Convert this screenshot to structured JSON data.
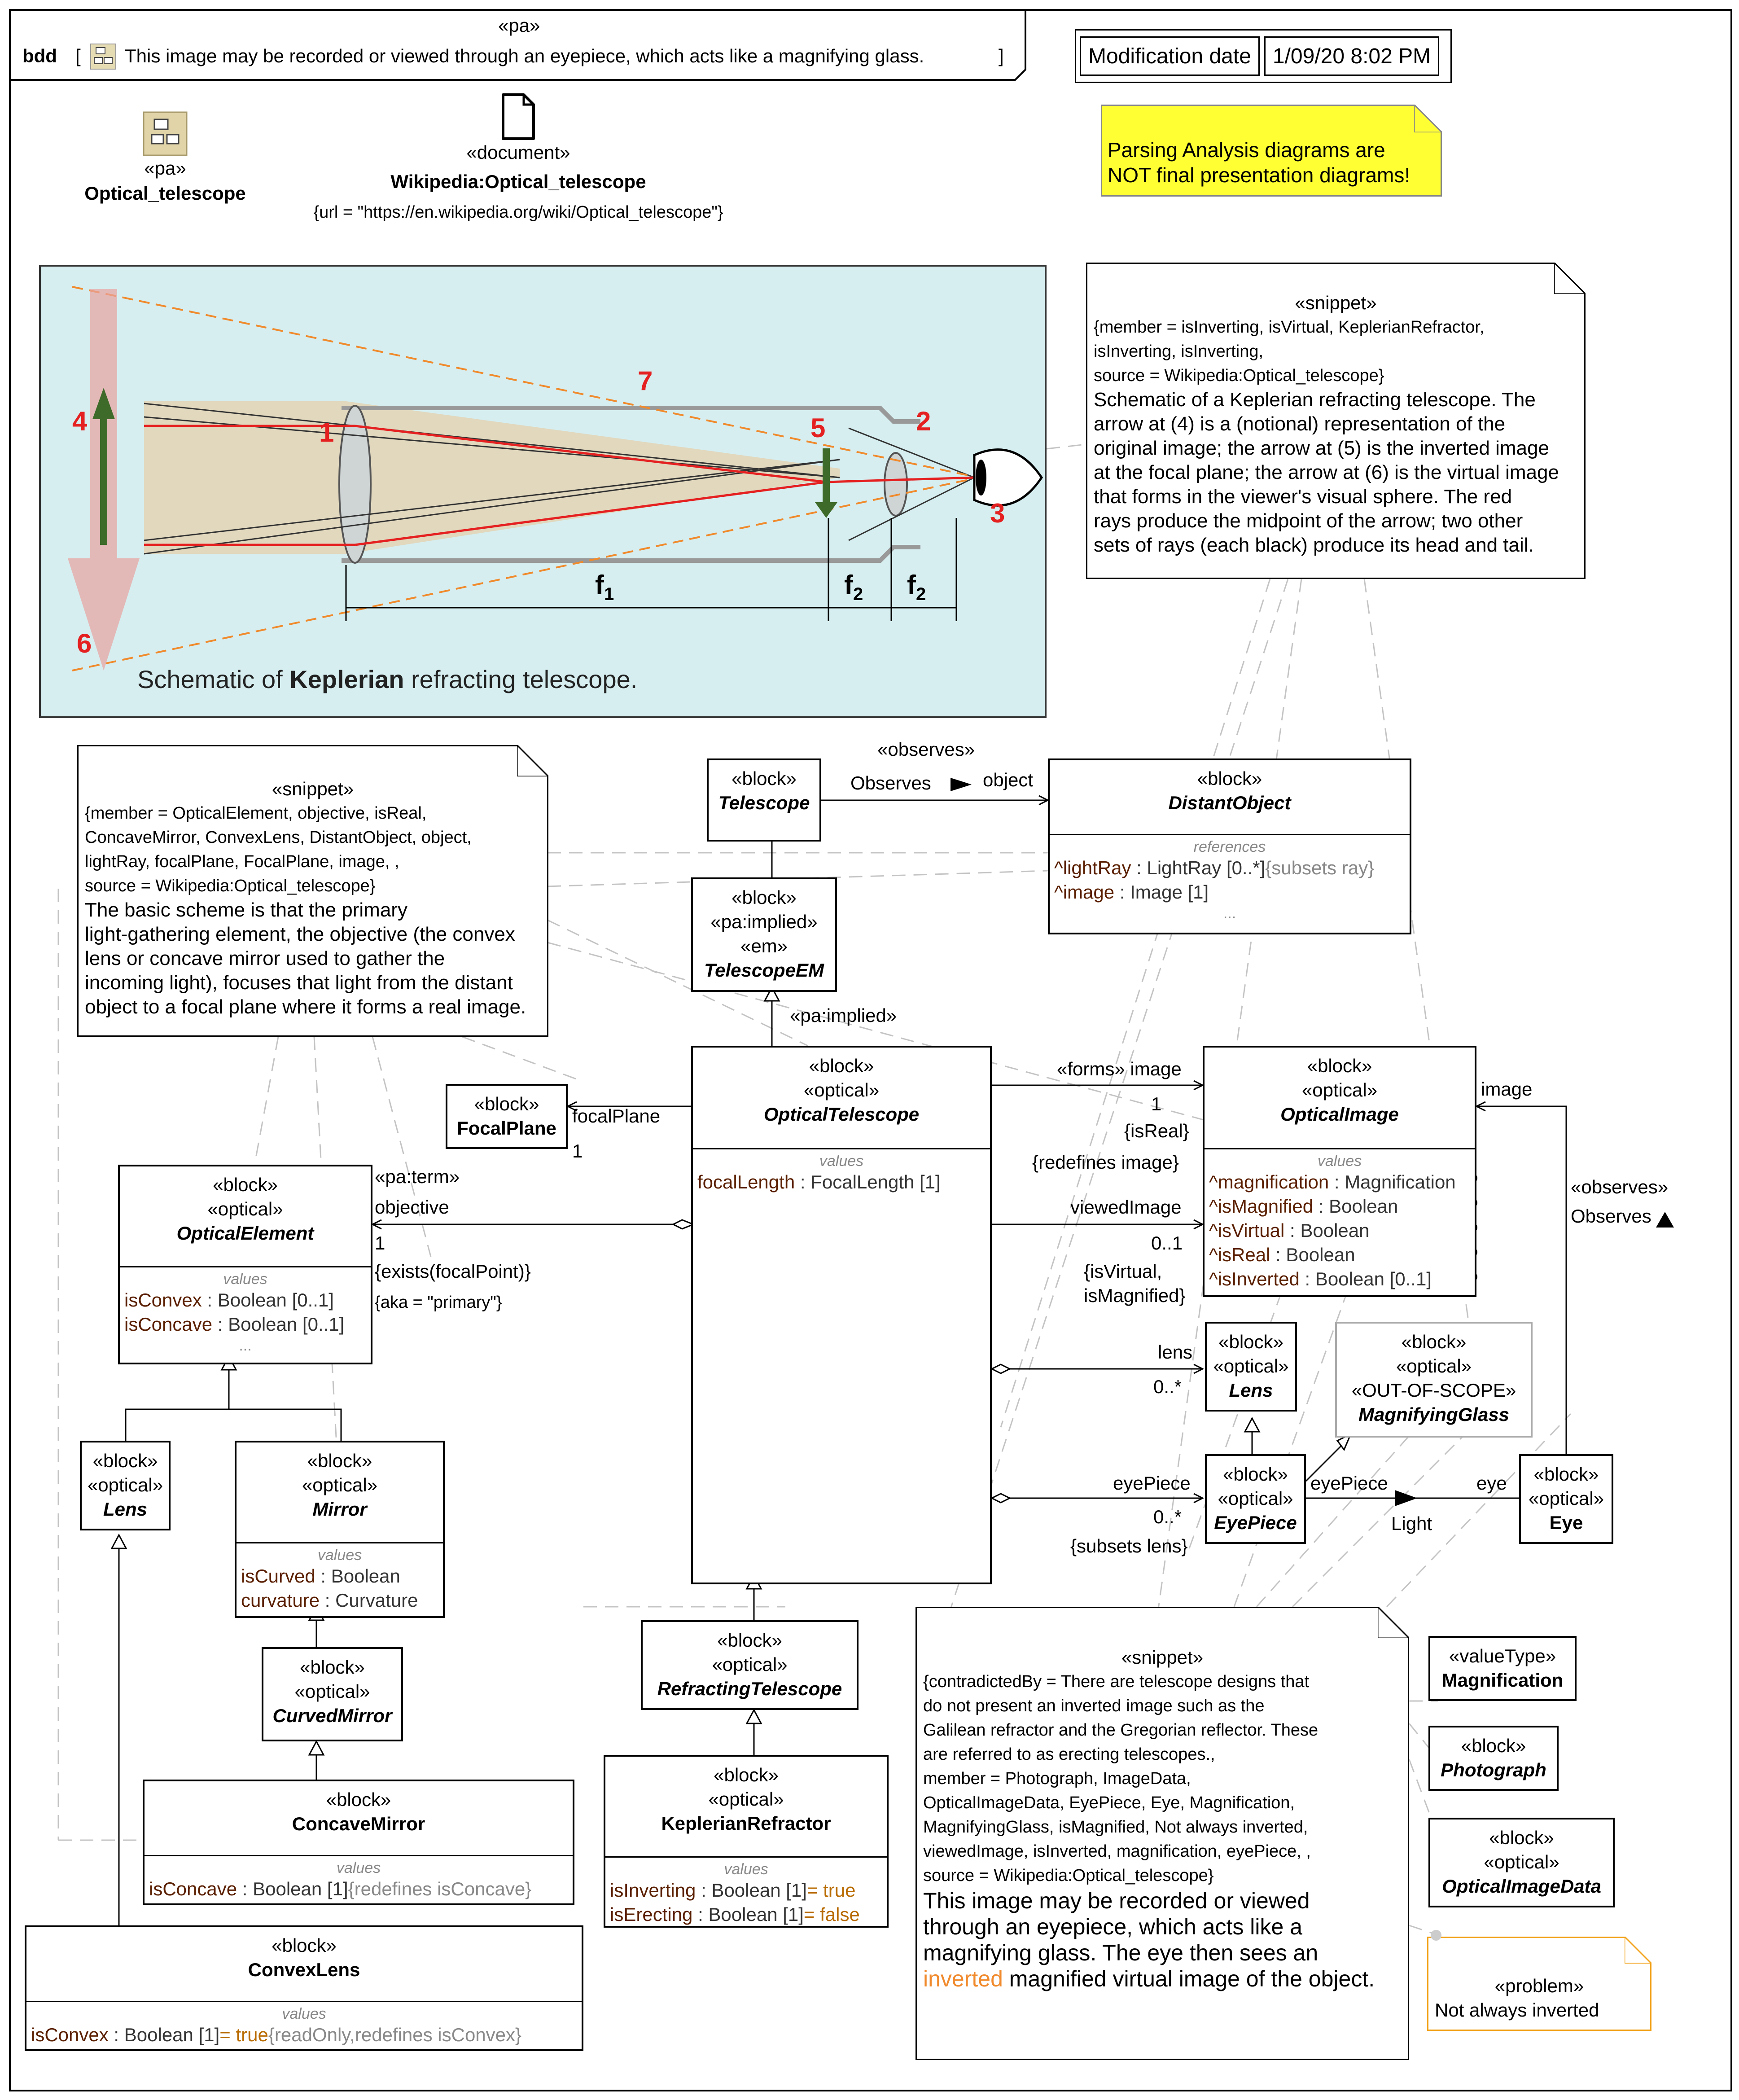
{
  "diagram": {
    "kind": "bdd",
    "frame_stereotype": "«pa»",
    "frame_title": "This image may be recorded or viewed through an eyepiece, which acts like a magnifying glass."
  },
  "modification": {
    "label": "Modification date",
    "value": "1/09/20 8:02 PM"
  },
  "pa_package": {
    "stereotype": "«pa»",
    "name": "Optical_telescope"
  },
  "document": {
    "stereotype": "«document»",
    "name": "Wikipedia:Optical_telescope",
    "url": "{url = \"https://en.wikipedia.org/wiki/Optical_telescope\"}"
  },
  "warning_note": {
    "line1": "Parsing Analysis diagrams are",
    "line2": "NOT final presentation diagrams!"
  },
  "schematic": {
    "caption_pre": "Schematic of ",
    "caption_bold": "Keplerian",
    "caption_post": " refracting telescope.",
    "labels": [
      "1",
      "2",
      "3",
      "4",
      "5",
      "6",
      "7"
    ],
    "f1": "f",
    "f1_sub": "1",
    "f2": "f",
    "f2_sub": "2"
  },
  "snippet_top": {
    "stereotype": "«snippet»",
    "meta": [
      "{member = isInverting, isVirtual, KeplerianRefractor,",
      "isInverting, isInverting,",
      "source = Wikipedia:Optical_telescope}"
    ],
    "text": [
      "Schematic of a Keplerian refracting telescope. The",
      "arrow at (4) is a (notional) representation of the",
      "original image; the arrow at (5) is the inverted image",
      "at the focal plane; the arrow at (6) is the virtual image",
      "that forms in the viewer's visual sphere. The red",
      "rays produce the midpoint of the arrow; two other",
      "sets of rays (each black) produce its head and tail."
    ]
  },
  "snippet_left": {
    "stereotype": "«snippet»",
    "meta": [
      "{member = OpticalElement, objective, isReal,",
      "ConcaveMirror, ConvexLens, DistantObject, object,",
      "lightRay, focalPlane, FocalPlane, image, ,",
      "source = Wikipedia:Optical_telescope}"
    ],
    "text": [
      "The basic scheme is that the primary",
      "light-gathering element, the objective (the convex",
      "lens or concave mirror used to gather the",
      "incoming light), focuses that light from the distant",
      "object to a focal plane where it forms a real image."
    ]
  },
  "snippet_bottom": {
    "stereotype": "«snippet»",
    "meta": [
      "{contradictedBy = There are telescope designs that",
      "do not present an inverted image such as the",
      "Galilean refractor and the Gregorian reflector. These",
      "are referred to as erecting telescopes.,",
      "member = Photograph, ImageData,",
      "OpticalImageData, EyePiece, Eye, Magnification,",
      "MagnifyingGlass, isMagnified, Not always inverted,",
      "viewedImage, isInverted, magnification, eyePiece, ,",
      "source = Wikipedia:Optical_telescope}"
    ],
    "text1": "This image may be recorded or viewed",
    "text2": "through an eyepiece, which acts like a",
    "text3": "magnifying glass. The eye then sees an",
    "text4_highlight": "inverted",
    "text4_rest": " magnified virtual image of the object."
  },
  "problem": {
    "stereotype": "«problem»",
    "text": "Not always inverted"
  },
  "blocks": {
    "telescope": {
      "st": [
        "«block»"
      ],
      "name": "Telescope"
    },
    "distant_object": {
      "st": [
        "«block»"
      ],
      "name": "DistantObject",
      "comp_title": "references",
      "rows": [
        {
          "name": "^lightRay",
          "type": " : LightRay [0..*]",
          "extra": "{subsets ray}"
        },
        {
          "name": "^image",
          "type": " : Image [1]",
          "extra": ""
        }
      ],
      "ellipsis": "..."
    },
    "telescope_em": {
      "st": [
        "«block»",
        "«pa:implied»",
        "«em»"
      ],
      "name": "TelescopeEM"
    },
    "optical_telescope": {
      "st": [
        "«block»",
        "«optical»"
      ],
      "name": "OpticalTelescope",
      "comp_title": "values",
      "rows": [
        {
          "name": "focalLength",
          "type": " : FocalLength [1]"
        }
      ]
    },
    "focal_plane": {
      "st": [
        "«block»"
      ],
      "name": "FocalPlane"
    },
    "optical_image": {
      "st": [
        "«block»",
        "«optical»"
      ],
      "name": "OpticalImage",
      "comp_title": "values",
      "rows": [
        {
          "name": "^magnification",
          "type": " : Magnification"
        },
        {
          "name": "^isMagnified",
          "type": " : Boolean"
        },
        {
          "name": "^isVirtual",
          "type": " : Boolean"
        },
        {
          "name": "^isReal",
          "type": " : Boolean"
        },
        {
          "name": "^isInverted",
          "type": " : Boolean [0..1]"
        }
      ]
    },
    "optical_element": {
      "st": [
        "«block»",
        "«optical»"
      ],
      "name": "OpticalElement",
      "comp_title": "values",
      "rows": [
        {
          "name": "isConvex",
          "type": " : Boolean [0..1]"
        },
        {
          "name": "isConcave",
          "type": " : Boolean [0..1]"
        }
      ],
      "ellipsis": "..."
    },
    "lens_right": {
      "st": [
        "«block»",
        "«optical»"
      ],
      "name": "Lens"
    },
    "magnifying_glass": {
      "st": [
        "«block»",
        "«optical»",
        "«OUT-OF-SCOPE»"
      ],
      "name": "MagnifyingGlass"
    },
    "eyepiece": {
      "st": [
        "«block»",
        "«optical»"
      ],
      "name": "EyePiece"
    },
    "eye": {
      "st": [
        "«block»",
        "«optical»"
      ],
      "name": "Eye"
    },
    "lens_left": {
      "st": [
        "«block»",
        "«optical»"
      ],
      "name": "Lens"
    },
    "mirror": {
      "st": [
        "«block»",
        "«optical»"
      ],
      "name": "Mirror",
      "comp_title": "values",
      "rows": [
        {
          "name": "isCurved",
          "type": " : Boolean"
        },
        {
          "name": "curvature",
          "type": " : Curvature"
        }
      ]
    },
    "curved_mirror": {
      "st": [
        "«block»",
        "«optical»"
      ],
      "name": "CurvedMirror"
    },
    "concave_mirror": {
      "st": [
        "«block»"
      ],
      "name": "ConcaveMirror",
      "comp_title": "values",
      "rows": [
        {
          "name": "isConcave",
          "type": " : Boolean [1]",
          "extra": "{redefines isConcave}"
        }
      ]
    },
    "convex_lens": {
      "st": [
        "«block»"
      ],
      "name": "ConvexLens",
      "comp_title": "values",
      "rows": [
        {
          "name": "isConvex",
          "type": " : Boolean [1]",
          "default": "= true",
          "extra": "{readOnly,redefines isConvex}"
        }
      ]
    },
    "refracting_telescope": {
      "st": [
        "«block»",
        "«optical»"
      ],
      "name": "RefractingTelescope"
    },
    "keplerian_refractor": {
      "st": [
        "«block»",
        "«optical»"
      ],
      "name": "KeplerianRefractor",
      "comp_title": "values",
      "rows": [
        {
          "name": "isInverting",
          "type": " : Boolean [1]",
          "default": "= true"
        },
        {
          "name": "isErecting",
          "type": " : Boolean [1]",
          "default": "= false"
        }
      ]
    },
    "magnification": {
      "st": [
        "«valueType»"
      ],
      "name": "Magnification"
    },
    "photograph": {
      "st": [
        "«block»"
      ],
      "name": "Photograph"
    },
    "optical_image_data": {
      "st": [
        "«block»",
        "«optical»"
      ],
      "name": "OpticalImageData"
    }
  },
  "edge_labels": {
    "observes_st": "«observes»",
    "observes": "Observes",
    "object": "object",
    "pa_implied": "«pa:implied»",
    "focal_plane": "focalPlane",
    "one_a": "1",
    "pa_term": "«pa:term»",
    "objective": "objective",
    "one_b": "1",
    "exists": "{exists(focalPoint)}",
    "aka": "{aka = \"primary\"}",
    "forms": "«forms» image",
    "one_c": "1",
    "is_real": "{isReal}",
    "redefines_image": "{redefines image}",
    "viewed_image": "viewedImage",
    "zero_one": "0..1",
    "is_virtual": "{isVirtual,",
    "is_magnified": "isMagnified}",
    "lens": "lens",
    "zero_many_a": "0..*",
    "eye_piece": "eyePiece",
    "zero_many_b": "0..*",
    "subsets_lens": "{subsets lens}",
    "eye_piece2": "eyePiece",
    "eye": "eye",
    "light": "Light",
    "image": "image",
    "observes_st2": "«observes»",
    "observes2": "Observes"
  }
}
